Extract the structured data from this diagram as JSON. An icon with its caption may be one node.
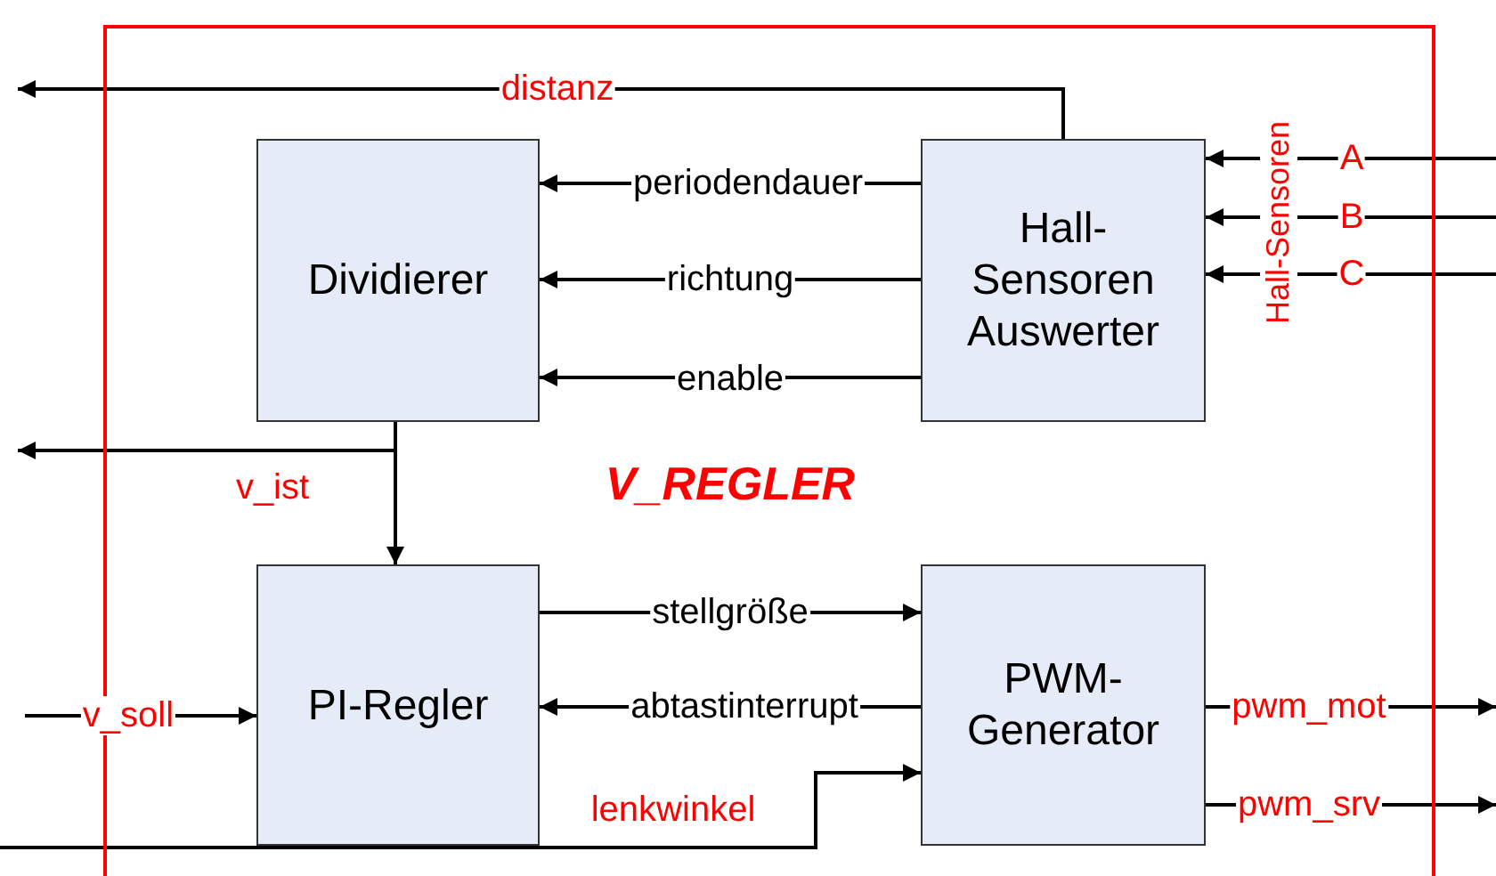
{
  "diagram": {
    "nodes": [
      {
        "text": [
          "V_REGLER"
        ]
      },
      {
        "text": [
          "Dividierer"
        ],
        "in": 0
      },
      {
        "text": [
          "Hall- Sensoren Auswerter"
        ],
        "in": 0
      },
      {
        "text": [
          "PI-Regler"
        ],
        "in": 0
      },
      {
        "text": [
          "PWM- Generator"
        ],
        "in": 0
      }
    ],
    "edges": [
      {
        "from": 2,
        "to": null,
        "arrow": "to",
        "label": "distanz"
      },
      {
        "from": 2,
        "to": 1,
        "arrow": "to",
        "label": "periodendauer"
      },
      {
        "from": 2,
        "to": 1,
        "arrow": "to",
        "label": "richtung"
      },
      {
        "from": 2,
        "to": 1,
        "arrow": "to",
        "label": "enable"
      },
      {
        "from": null,
        "to": 2,
        "arrow": "to",
        "label": "A"
      },
      {
        "from": null,
        "to": 2,
        "arrow": "to",
        "label": "B"
      },
      {
        "from": null,
        "to": 2,
        "arrow": "to",
        "label": "C"
      },
      {
        "from": 1,
        "to": null,
        "arrow": "to",
        "label": "v_ist"
      },
      {
        "from": 1,
        "to": 3,
        "arrow": "to"
      },
      {
        "from": null,
        "to": 3,
        "arrow": "to",
        "label": "v_soll"
      },
      {
        "from": 3,
        "to": 4,
        "arrow": "to",
        "label": "stellgröße"
      },
      {
        "from": 4,
        "to": 3,
        "arrow": "to",
        "label": "abtastinterrupt"
      },
      {
        "from": null,
        "to": 4,
        "arrow": "to",
        "label": "lenkwinkel"
      },
      {
        "from": 4,
        "to": null,
        "arrow": "to",
        "label": "pwm_mot"
      },
      {
        "from": 4,
        "to": null,
        "arrow": "to",
        "label": "pwm_srv"
      }
    ],
    "labels": [
      "Hall-Sensoren"
    ]
  }
}
